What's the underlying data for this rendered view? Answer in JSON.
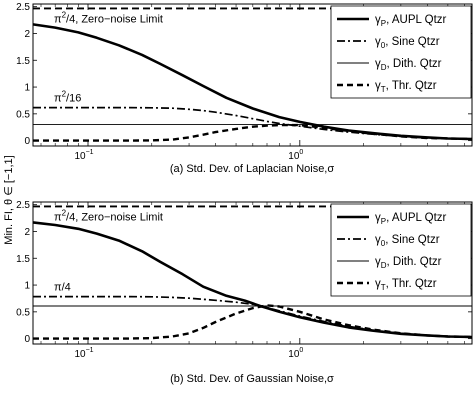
{
  "figure": {
    "ylabel": "Min. FI, θ ∈ [−1,1]",
    "legend": [
      {
        "greek": "γ",
        "sub": "P",
        "text": ", AUPL Qtzr",
        "style": "solid-thick"
      },
      {
        "greek": "γ",
        "sub": "0",
        "text": ", Sine Qtzr",
        "style": "dashdot"
      },
      {
        "greek": "γ",
        "sub": "D",
        "text": ", Dith. Qtzr",
        "style": "solid-thin"
      },
      {
        "greek": "γ",
        "sub": "T",
        "text": ", Thr. Qtzr",
        "style": "dashed"
      }
    ]
  },
  "chart_data": [
    {
      "type": "line",
      "caption": "(a) Std. Dev. of Laplacian Noise,σ",
      "xscale": "log",
      "xlim": [
        0.055,
        6.5
      ],
      "ylim": [
        -0.1,
        2.55
      ],
      "xticks": [
        {
          "value": 0.1,
          "base": "10",
          "exp": "−1"
        },
        {
          "value": 1,
          "base": "10",
          "exp": "0"
        }
      ],
      "yticks": [
        0,
        0.5,
        1,
        1.5,
        2,
        2.5
      ],
      "annotations": [
        {
          "kind": "pi4",
          "text": "π²/4, Zero−noise Limit",
          "main": "π",
          "sup": "2",
          "rest": "/4, Zero−noise Limit",
          "y": 2.4674
        },
        {
          "kind": "pi16",
          "text": "π²/16",
          "main": "π",
          "sup": "2",
          "rest": "/16",
          "y": 0.6169
        }
      ],
      "series": [
        {
          "name": "γP, AUPL Qtzr",
          "style": "solid-thick",
          "x": [
            0.055,
            0.07,
            0.09,
            0.11,
            0.14,
            0.18,
            0.22,
            0.28,
            0.35,
            0.45,
            0.6,
            0.8,
            1.0,
            1.3,
            1.7,
            2.2,
            3,
            4,
            5,
            6.5
          ],
          "y": [
            2.17,
            2.11,
            2.02,
            1.92,
            1.78,
            1.6,
            1.43,
            1.22,
            1.02,
            0.8,
            0.6,
            0.44,
            0.35,
            0.26,
            0.19,
            0.14,
            0.09,
            0.06,
            0.04,
            0.03
          ]
        },
        {
          "name": "γ0, Sine Qtzr",
          "style": "dashdot",
          "x": [
            0.055,
            0.1,
            0.15,
            0.2,
            0.25,
            0.3,
            0.35,
            0.4,
            0.5,
            0.6,
            0.7,
            0.8,
            1.0,
            1.3,
            1.7,
            2.2,
            3,
            4,
            5,
            6.5
          ],
          "y": [
            0.617,
            0.617,
            0.616,
            0.613,
            0.605,
            0.585,
            0.56,
            0.53,
            0.47,
            0.41,
            0.36,
            0.32,
            0.27,
            0.21,
            0.16,
            0.12,
            0.08,
            0.05,
            0.04,
            0.03
          ]
        },
        {
          "name": "γD, Dith. Qtzr",
          "style": "solid-thin",
          "x": [
            0.055,
            1.0
          ],
          "y": [
            0.3,
            0.3
          ]
        },
        {
          "name": "γT, Thr. Qtzr",
          "style": "dashed",
          "x": [
            0.055,
            0.15,
            0.2,
            0.25,
            0.3,
            0.35,
            0.4,
            0.5,
            0.6,
            0.7,
            0.8,
            1.0,
            1.3,
            1.7,
            2.2,
            3,
            4,
            5,
            6.5
          ],
          "y": [
            0.0,
            0.0,
            0.005,
            0.02,
            0.06,
            0.11,
            0.16,
            0.22,
            0.26,
            0.28,
            0.29,
            0.29,
            0.24,
            0.18,
            0.13,
            0.08,
            0.05,
            0.04,
            0.03
          ]
        }
      ]
    },
    {
      "type": "line",
      "caption": "(b) Std. Dev. of Gaussian Noise,σ",
      "xscale": "log",
      "xlim": [
        0.055,
        6.5
      ],
      "ylim": [
        -0.1,
        2.55
      ],
      "xticks": [
        {
          "value": 0.1,
          "base": "10",
          "exp": "−1"
        },
        {
          "value": 1,
          "base": "10",
          "exp": "0"
        }
      ],
      "yticks": [
        0,
        0.5,
        1,
        1.5,
        2,
        2.5
      ],
      "annotations": [
        {
          "kind": "pi4",
          "text": "π²/4, Zero−noise Limit",
          "main": "π",
          "sup": "2",
          "rest": "/4, Zero−noise Limit",
          "y": 2.4674
        },
        {
          "kind": "pi4b",
          "text": "π/4",
          "main": "π/4",
          "sup": "",
          "rest": "",
          "y": 0.7854
        }
      ],
      "series": [
        {
          "name": "γP, AUPL Qtzr",
          "style": "solid-thick",
          "x": [
            0.055,
            0.07,
            0.09,
            0.11,
            0.14,
            0.18,
            0.22,
            0.28,
            0.35,
            0.45,
            0.55,
            0.65,
            0.8,
            1.0,
            1.3,
            1.7,
            2.2,
            3,
            4,
            5,
            6.5
          ],
          "y": [
            2.17,
            2.12,
            2.05,
            1.96,
            1.83,
            1.63,
            1.43,
            1.2,
            0.97,
            0.8,
            0.71,
            0.61,
            0.5,
            0.4,
            0.3,
            0.21,
            0.15,
            0.09,
            0.06,
            0.04,
            0.03
          ]
        },
        {
          "name": "γ0, Sine Qtzr",
          "style": "dashdot",
          "x": [
            0.055,
            0.1,
            0.15,
            0.2,
            0.25,
            0.3,
            0.35,
            0.4,
            0.5,
            0.6,
            0.7,
            0.8,
            1.0,
            1.3,
            1.7,
            2.2,
            3,
            4,
            5,
            6.5
          ],
          "y": [
            0.785,
            0.785,
            0.784,
            0.78,
            0.77,
            0.755,
            0.735,
            0.715,
            0.68,
            0.64,
            0.58,
            0.52,
            0.42,
            0.32,
            0.23,
            0.16,
            0.1,
            0.06,
            0.04,
            0.03
          ]
        },
        {
          "name": "γD, Dith. Qtzr",
          "style": "solid-thin",
          "x": [
            0.055,
            0.72
          ],
          "y": [
            0.61,
            0.61
          ]
        },
        {
          "name": "γT, Thr. Qtzr",
          "style": "dashed",
          "x": [
            0.055,
            0.15,
            0.2,
            0.25,
            0.3,
            0.35,
            0.4,
            0.5,
            0.6,
            0.7,
            0.8,
            1.0,
            1.3,
            1.7,
            2.2,
            3,
            4,
            5,
            6.5
          ],
          "y": [
            0.0,
            0.0,
            0.01,
            0.04,
            0.1,
            0.2,
            0.31,
            0.47,
            0.57,
            0.62,
            0.6,
            0.5,
            0.36,
            0.25,
            0.17,
            0.1,
            0.06,
            0.04,
            0.03
          ]
        }
      ]
    }
  ]
}
